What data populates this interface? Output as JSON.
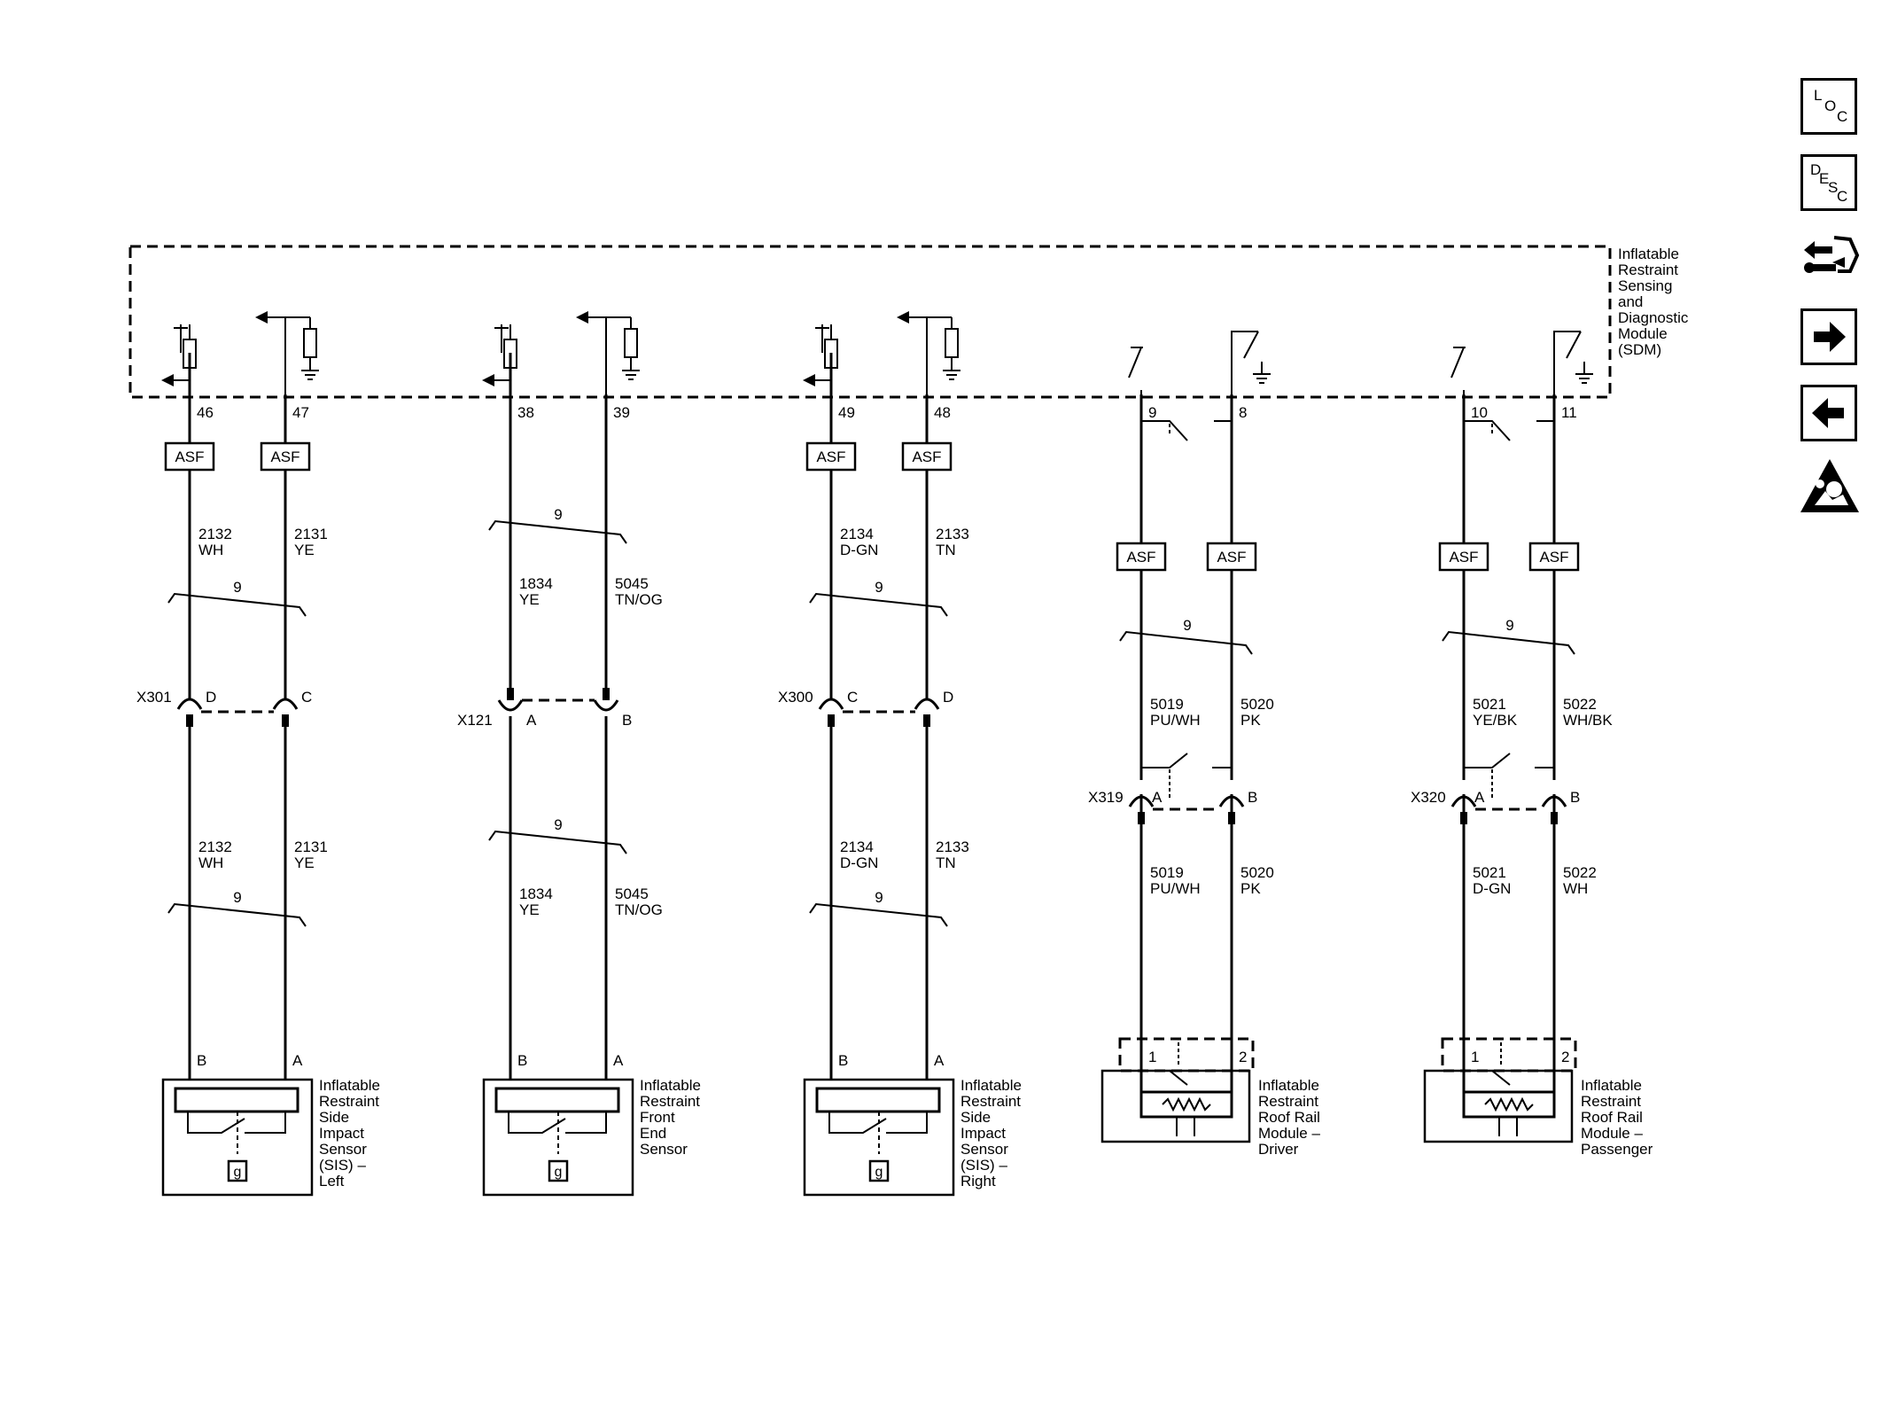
{
  "sdm": {
    "label_lines": [
      "Inflatable",
      "Restraint",
      "Sensing",
      "and",
      "Diagnostic",
      "Module",
      "(SDM)"
    ]
  },
  "asf_label": "ASF",
  "twist_label": "9",
  "circuits": [
    {
      "pins": [
        "46",
        "47"
      ],
      "upper": [
        {
          "num": "2132",
          "color": "WH"
        },
        {
          "num": "2131",
          "color": "YE"
        }
      ],
      "connector": {
        "name": "X301",
        "pins": [
          "D",
          "C"
        ]
      },
      "lower": [
        {
          "num": "2132",
          "color": "WH"
        },
        {
          "num": "2131",
          "color": "YE"
        }
      ],
      "component": {
        "pins": [
          "B",
          "A"
        ],
        "ground_label": "g",
        "label_lines": [
          "Inflatable",
          "Restraint",
          "Side",
          "Impact",
          "Sensor",
          "(SIS) –",
          "Left"
        ]
      }
    },
    {
      "pins": [
        "38",
        "39"
      ],
      "upper": [
        {
          "num": "1834",
          "color": "YE"
        },
        {
          "num": "5045",
          "color": "TN/OG"
        }
      ],
      "connector": {
        "name": "X121",
        "pins": [
          "A",
          "B"
        ]
      },
      "lower": [
        {
          "num": "1834",
          "color": "YE"
        },
        {
          "num": "5045",
          "color": "TN/OG"
        }
      ],
      "component": {
        "pins": [
          "B",
          "A"
        ],
        "ground_label": "g",
        "label_lines": [
          "Inflatable",
          "Restraint",
          "Front",
          "End",
          "Sensor"
        ]
      }
    },
    {
      "pins": [
        "49",
        "48"
      ],
      "upper": [
        {
          "num": "2134",
          "color": "D-GN"
        },
        {
          "num": "2133",
          "color": "TN"
        }
      ],
      "connector": {
        "name": "X300",
        "pins": [
          "C",
          "D"
        ]
      },
      "lower": [
        {
          "num": "2134",
          "color": "D-GN"
        },
        {
          "num": "2133",
          "color": "TN"
        }
      ],
      "component": {
        "pins": [
          "B",
          "A"
        ],
        "ground_label": "g",
        "label_lines": [
          "Inflatable",
          "Restraint",
          "Side",
          "Impact",
          "Sensor",
          "(SIS) –",
          "Right"
        ]
      }
    },
    {
      "pins": [
        "9",
        "8"
      ],
      "upper": [
        {
          "num": "5019",
          "color": "PU/WH"
        },
        {
          "num": "5020",
          "color": "PK"
        }
      ],
      "connector": {
        "name": "X319",
        "pins": [
          "A",
          "B"
        ]
      },
      "lower": [
        {
          "num": "5019",
          "color": "PU/WH"
        },
        {
          "num": "5020",
          "color": "PK"
        }
      ],
      "component": {
        "pins": [
          "1",
          "2"
        ],
        "label_lines": [
          "Inflatable",
          "Restraint",
          "Roof Rail",
          "Module –",
          "Driver"
        ]
      }
    },
    {
      "pins": [
        "10",
        "11"
      ],
      "upper": [
        {
          "num": "5021",
          "color": "YE/BK"
        },
        {
          "num": "5022",
          "color": "WH/BK"
        }
      ],
      "connector": {
        "name": "X320",
        "pins": [
          "A",
          "B"
        ]
      },
      "lower": [
        {
          "num": "5021",
          "color": "D-GN"
        },
        {
          "num": "5022",
          "color": "WH"
        }
      ],
      "component": {
        "pins": [
          "1",
          "2"
        ],
        "label_lines": [
          "Inflatable",
          "Restraint",
          "Roof Rail",
          "Module –",
          "Passenger"
        ]
      }
    }
  ],
  "nav": {
    "loc": {
      "letters": [
        "L",
        "O",
        "C"
      ]
    },
    "desc": {
      "letters": [
        "D",
        "E",
        "S",
        "C"
      ]
    }
  }
}
